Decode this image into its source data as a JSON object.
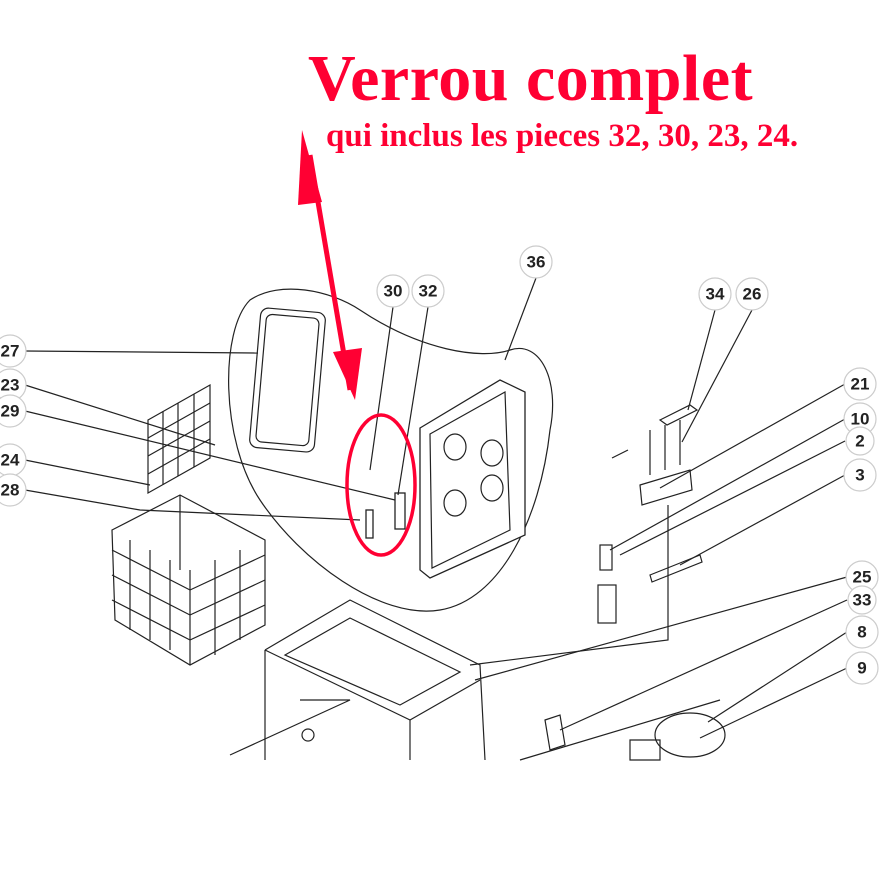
{
  "annotation": {
    "title": "Verrou complet",
    "subtitle": "qui inclus les pieces 32, 30, 23, 24.",
    "color": "#ff0033"
  },
  "callouts": {
    "c36": "36",
    "c30": "30",
    "c32": "32",
    "c34": "34",
    "c26": "26",
    "c27": "27",
    "c23": "23",
    "c29": "29",
    "c24": "24",
    "c28": "28",
    "c21": "21",
    "c10": "10",
    "c2": "2",
    "c3": "3",
    "c25": "25",
    "c33": "33",
    "c8": "8",
    "c9": "9"
  }
}
